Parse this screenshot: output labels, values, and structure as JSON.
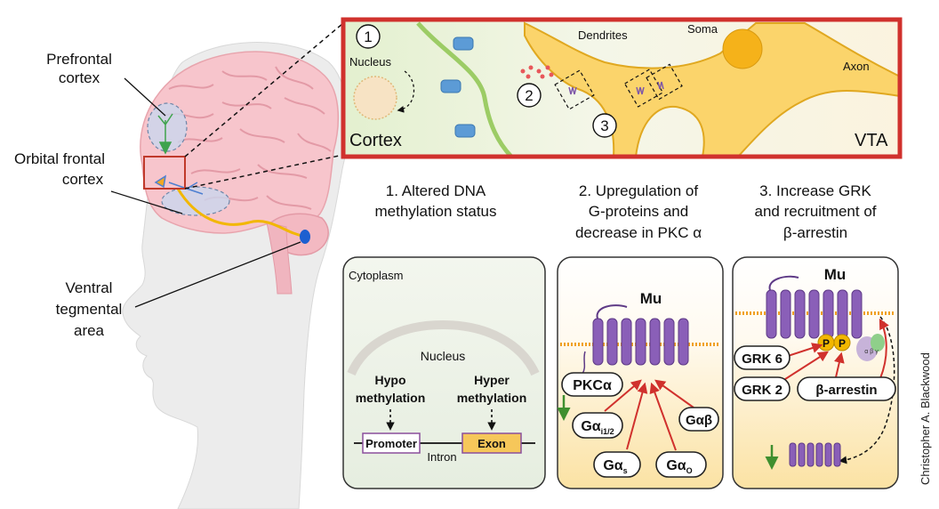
{
  "brain": {
    "prefrontal": [
      "Prefrontal",
      "cortex"
    ],
    "orbital": [
      "Orbital frontal",
      "cortex"
    ],
    "vta": [
      "Ventral",
      "tegmental",
      "area"
    ]
  },
  "inset": {
    "num1": "1",
    "num2": "2",
    "num3": "3",
    "nucleus": "Nucleus",
    "dendrites": "Dendrites",
    "soma": "Soma",
    "axon": "Axon",
    "cortex": "Cortex",
    "vta": "VTA"
  },
  "headings": {
    "h1": [
      "1. Altered DNA",
      "methylation status"
    ],
    "h2": [
      "2. Upregulation of",
      "G-proteins and",
      "decrease in PKC α"
    ],
    "h3": [
      "3. Increase GRK",
      "and recruitment of",
      "β-arrestin"
    ]
  },
  "panel1": {
    "cytoplasm": "Cytoplasm",
    "nucleus": "Nucleus",
    "hypo": [
      "Hypo",
      "methylation"
    ],
    "hyper": [
      "Hyper",
      "methylation"
    ],
    "promoter": "Promoter",
    "intron": "Intron",
    "exon": "Exon"
  },
  "panel2": {
    "receptor": "Mu",
    "pkc": "PKCα",
    "gai": "Gα",
    "gai_sub": "i1/2",
    "gab": "Gαβ",
    "gas": "Gα",
    "gas_sub": "s",
    "gao": "Gα",
    "gao_sub": "O"
  },
  "panel3": {
    "receptor": "Mu",
    "grk6": "GRK 6",
    "grk2": "GRK 2",
    "arrestin": "β-arrestin",
    "p": "P",
    "gprot": "α β γ"
  },
  "credit": "Christopher A. Blackwood",
  "colors": {
    "red_frame": "#d0312d",
    "receptor": "#7e57a8",
    "gold": "#f2b700",
    "green_bg": "#e2efcf",
    "yellow_bg": "#fbe3a6"
  }
}
